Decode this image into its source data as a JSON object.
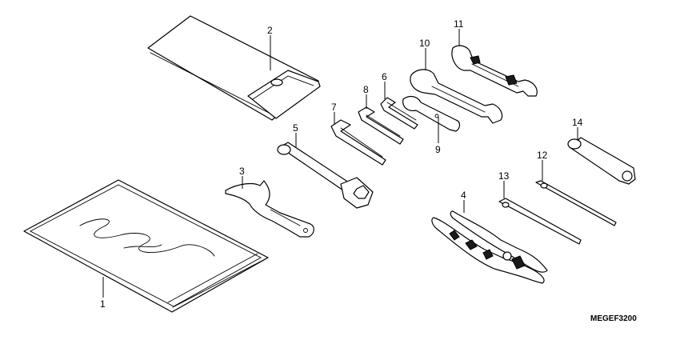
{
  "callouts": {
    "c1": "1",
    "c2": "2",
    "c3": "3",
    "c4": "4",
    "c5": "5",
    "c6": "6",
    "c7": "7",
    "c8": "8",
    "c9": "9",
    "c10": "10",
    "c11": "11",
    "c12": "12",
    "c13": "13",
    "c14": "14"
  },
  "diagram_code": "MEGEF3200"
}
